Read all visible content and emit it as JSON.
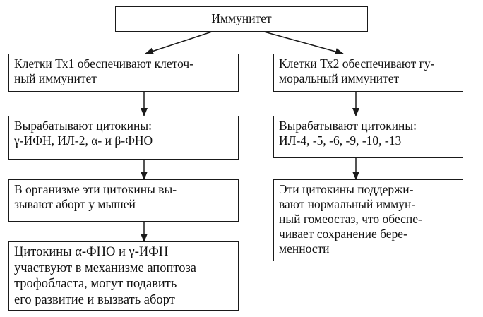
{
  "diagram": {
    "root": {
      "label": "Иммунитет"
    },
    "left_branch": [
      "Клетки Тх1 обеспечивают клеточ-\nный иммунитет",
      "Вырабатывают цитокины:\nγ-ИФН, ИЛ-2, α- и β-ФНО",
      "В организме эти цитокины вы-\nзывают аборт у мышей",
      "Цитокины α-ФНО и γ-ИФН\nучаствуют в механизме апоптоза\nтрофобласта, могут подавить\nего развитие и вызвать аборт"
    ],
    "right_branch": [
      "Клетки Тх2 обеспечивают гу-\nморальный иммунитет",
      "Вырабатывают цитокины:\nИЛ-4, -5, -6, -9, -10, -13",
      "Эти цитокины поддержи-\nвают нормальный иммун-\nный гомеостаз, что обеспе-\nчивает сохранение бере-\nменности"
    ]
  }
}
